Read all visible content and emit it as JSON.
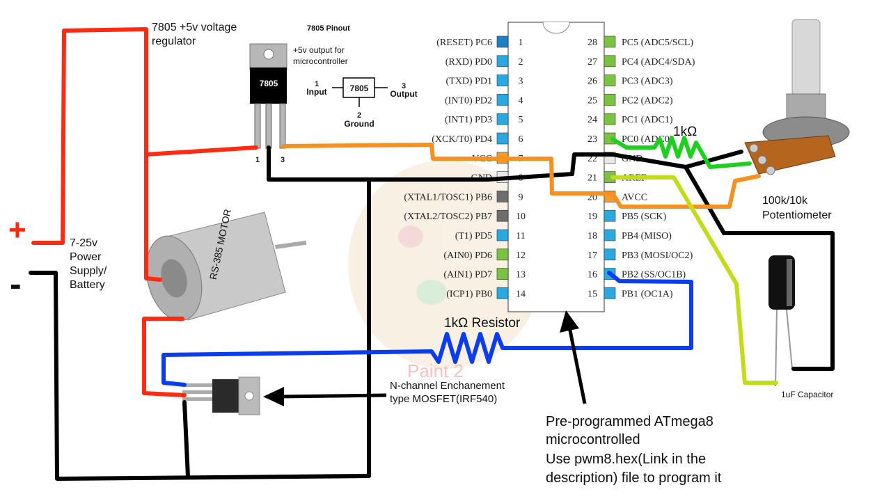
{
  "labels": {
    "regulator_title_1": "7805 +5v voltage",
    "regulator_title_2": "regulator",
    "pinout_title": "7805 Pinout",
    "reg_output_1": "+5v output for",
    "reg_output_2": "microcontroller",
    "reg_chip": "7805",
    "pinout_chip": "7805",
    "pinout_in_num": "1",
    "pinout_in": "Input",
    "pinout_out_num": "3",
    "pinout_out": "Output",
    "pinout_gnd_num": "2",
    "pinout_gnd": "Ground",
    "reg_pin1": "1",
    "reg_pin3": "3",
    "plus_sign": "+",
    "minus_sign": "-",
    "supply_1": "7-25v",
    "supply_2": "Power",
    "supply_3": "Supply/",
    "supply_4": "Battery",
    "resistor_pwm": "1kΩ Resistor",
    "resistor_pot": "1kΩ",
    "pot_1": "100k/10k",
    "pot_2": "Potentiometer",
    "capacitor": "1uF Capacitor",
    "mosfet_1": "N-channel Enchanement",
    "mosfet_2": "type MOSFET(IRF540)",
    "mcu_1": "Pre-programmed  ATmega8",
    "mcu_2": "microcontrolled",
    "mcu_3": "Use pwm8.hex(Link in the",
    "mcu_4": "description) file to program it",
    "watermark": "Paint 2",
    "motor_print": "RS-385 MOTOR"
  },
  "ic": {
    "left_pins": [
      {
        "num": "1",
        "label": "(RESET) PC6",
        "color": "#1f7fc4"
      },
      {
        "num": "2",
        "label": "(RXD) PD0",
        "color": "#29a9e0"
      },
      {
        "num": "3",
        "label": "(TXD) PD1",
        "color": "#29a9e0"
      },
      {
        "num": "4",
        "label": "(INT0) PD2",
        "color": "#29a9e0"
      },
      {
        "num": "5",
        "label": "(INT1) PD3",
        "color": "#29a9e0"
      },
      {
        "num": "6",
        "label": "(XCK/T0) PD4",
        "color": "#29a9e0"
      },
      {
        "num": "7",
        "label": "VCC",
        "color": "#f39a2b"
      },
      {
        "num": "8",
        "label": "GND",
        "color": "#e8e8e8"
      },
      {
        "num": "9",
        "label": "(XTAL1/TOSC1) PB6",
        "color": "#6e6e6e"
      },
      {
        "num": "10",
        "label": "(XTAL2/TOSC2) PB7",
        "color": "#6e6e6e"
      },
      {
        "num": "11",
        "label": "(T1) PD5",
        "color": "#29a9e0"
      },
      {
        "num": "12",
        "label": "(AIN0) PD6",
        "color": "#7cc242"
      },
      {
        "num": "13",
        "label": "(AIN1) PD7",
        "color": "#7cc242"
      },
      {
        "num": "14",
        "label": "(ICP1) PB0",
        "color": "#29a9e0"
      }
    ],
    "right_pins": [
      {
        "num": "28",
        "label": "PC5 (ADC5/SCL)",
        "color": "#7cc242"
      },
      {
        "num": "27",
        "label": "PC4 (ADC4/SDA)",
        "color": "#7cc242"
      },
      {
        "num": "26",
        "label": "PC3 (ADC3)",
        "color": "#7cc242"
      },
      {
        "num": "25",
        "label": "PC2 (ADC2)",
        "color": "#7cc242"
      },
      {
        "num": "24",
        "label": "PC1 (ADC1)",
        "color": "#7cc242"
      },
      {
        "num": "23",
        "label": "PC0 (ADC0)",
        "color": "#7cc242"
      },
      {
        "num": "22",
        "label": "GND",
        "color": "#e8e8e8"
      },
      {
        "num": "21",
        "label": "AREF",
        "color": "#7cc242"
      },
      {
        "num": "20",
        "label": "AVCC",
        "color": "#f39a2b"
      },
      {
        "num": "19",
        "label": "PB5 (SCK)",
        "color": "#29a9e0"
      },
      {
        "num": "18",
        "label": "PB4 (MISO)",
        "color": "#29a9e0"
      },
      {
        "num": "17",
        "label": "PB3 (MOSI/OC2)",
        "color": "#29a9e0"
      },
      {
        "num": "16",
        "label": "PB2 (SS/OC1B)",
        "color": "#29a9e0"
      },
      {
        "num": "15",
        "label": "PB1 (OC1A)",
        "color": "#29a9e0"
      }
    ]
  },
  "colors": {
    "positive_wire": "#ff2a12",
    "ground_wire": "#000000",
    "vcc_wire": "#f7901e",
    "adc_wire": "#1ed01e",
    "aref_wire": "#c4dc18",
    "pwm_wire": "#0a3cf0"
  }
}
